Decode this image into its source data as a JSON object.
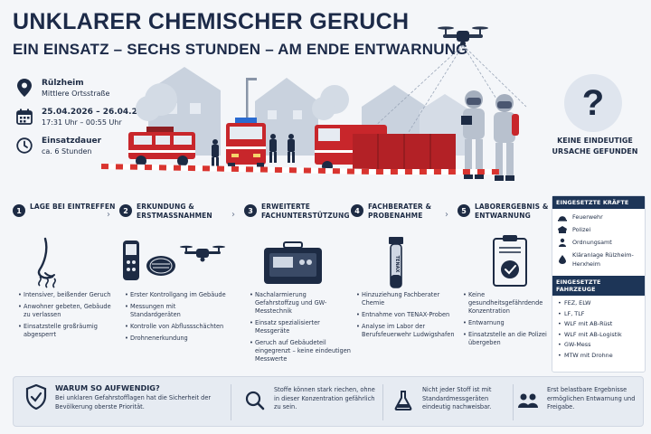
{
  "header": {
    "title": "UNKLARER CHEMISCHER GERUCH",
    "subtitle": "EIN EINSATZ – SECHS STUNDEN – AM ENDE ENTWARNUNG"
  },
  "info": {
    "location_title": "Rülzheim",
    "location_detail": "Mittlere Ortsstraße",
    "date_title": "25.04.2026 – 26.04.2026",
    "date_detail": "17:31 Uhr – 00:55 Uhr",
    "duration_title": "Einsatzdauer",
    "duration_detail": "ca. 6 Stunden"
  },
  "question": {
    "symbol": "?",
    "text_line1": "KEINE EINDEUTIGE",
    "text_line2": "URSACHE GEFUNDEN"
  },
  "steps": [
    {
      "num": "1",
      "title": "LAGE BEI EINTREFFEN",
      "items": [
        "Intensiver, beißender Geruch",
        "Anwohner gebeten, Gebäude zu verlassen",
        "Einsatzstelle großräumig abgesperrt"
      ]
    },
    {
      "num": "2",
      "title": "ERKUNDUNG & ERSTMASSNAHMEN",
      "items": [
        "Erster Kontrollgang im Gebäude",
        "Messungen mit Standardgeräten",
        "Kontrolle von Abflussschächten",
        "Drohnenerkundung"
      ]
    },
    {
      "num": "3",
      "title": "ERWEITERTE FACHUNTERSTÜTZUNG",
      "items": [
        "Nachalarmierung Gefahrstoffzug und GW-Messtechnik",
        "Einsatz spezialisierter Messgeräte",
        "Geruch auf Gebäudeteil eingegrenzt – keine eindeutigen Messwerte"
      ]
    },
    {
      "num": "4",
      "title": "FACHBERATER & PROBENAHME",
      "items": [
        "Hinzuziehung Fachberater Chemie",
        "Entnahme von TENAX-Proben",
        "Analyse im Labor der Berufsfeuerwehr Ludwigshafen"
      ]
    },
    {
      "num": "5",
      "title": "LABORERGEBNIS & ENTWARNUNG",
      "items": [
        "Keine gesundheitsgefährdende Konzentration",
        "Entwarnung",
        "Einsatzstelle an die Polizei übergeben"
      ]
    }
  ],
  "tube_label": "TENAX",
  "forces": {
    "title": "EINGESETZTE KRÄFTE",
    "items": [
      "Feuerwehr",
      "Polizei",
      "Ordnungsamt",
      "Kläranlage Rülzheim-Herxheim"
    ]
  },
  "vehicles": {
    "title": "EINGESETZTE FAHRZEUGE",
    "items": [
      "FEZ, ELW",
      "LF, TLF",
      "WLF mit AB-Rüst",
      "WLF mit AB-Logistik",
      "GW-Mess",
      "MTW mit Drohne"
    ]
  },
  "bottom": {
    "why_title": "WARUM SO AUFWENDIG?",
    "why_text": "Bei unklaren Gefahrstofflagen hat die Sicherheit der Bevölkerung oberste Priorität.",
    "point1": "Stoffe können stark riechen, ohne in dieser Konzentration gefährlich zu sein.",
    "point2": "Nicht jeder Stoff ist mit Standardmessgeräten eindeutig nachweisbar.",
    "point3": "Erst belastbare Ergebnisse ermöglichen Entwarnung und Freigabe."
  },
  "colors": {
    "navy": "#1d2b44",
    "header_bar": "#1d3557",
    "fire_red": "#c8262b",
    "barrier": "#d9342f"
  }
}
